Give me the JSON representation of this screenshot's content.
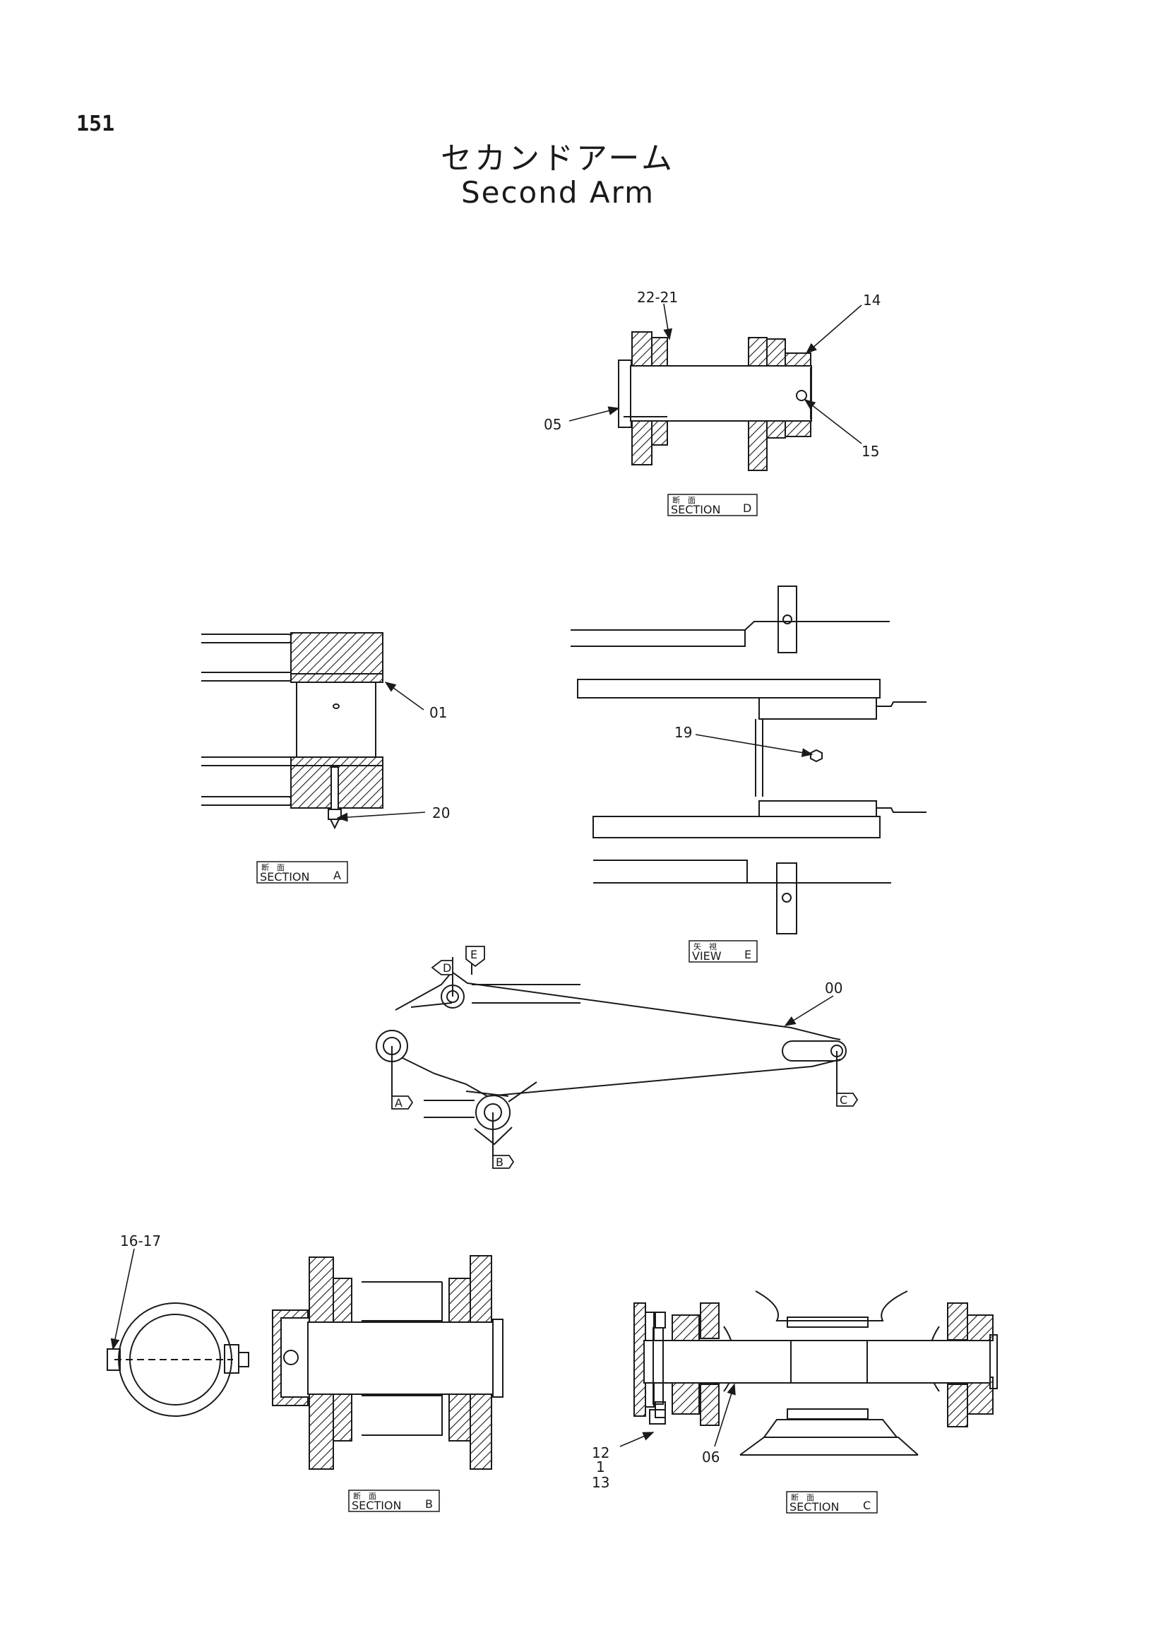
{
  "page_number": "151",
  "title_jp": "セカンドアーム",
  "title_en": "Second Arm",
  "part_labels": {
    "p22_21": "22-21",
    "p14": "14",
    "p05": "05",
    "p15": "15",
    "p01": "01",
    "p20": "20",
    "p19": "19",
    "p00": "00",
    "p16_17": "16-17",
    "p12": "12",
    "p1": "1",
    "p13": "13",
    "p06": "06"
  },
  "view_tags": {
    "section_d": {
      "jp": "断　面",
      "en": "SECTION",
      "letter": "D"
    },
    "section_a": {
      "jp": "断　面",
      "en": "SECTION",
      "letter": "A"
    },
    "view_e": {
      "jp": "矢　視",
      "en": "VIEW",
      "letter": "E"
    },
    "section_b": {
      "jp": "断　面",
      "en": "SECTION",
      "letter": "B"
    },
    "section_c": {
      "jp": "断　面",
      "en": "SECTION",
      "letter": "C"
    }
  },
  "view_markers": {
    "a": "A",
    "b": "B",
    "c": "C",
    "d": "D",
    "e": "E"
  }
}
